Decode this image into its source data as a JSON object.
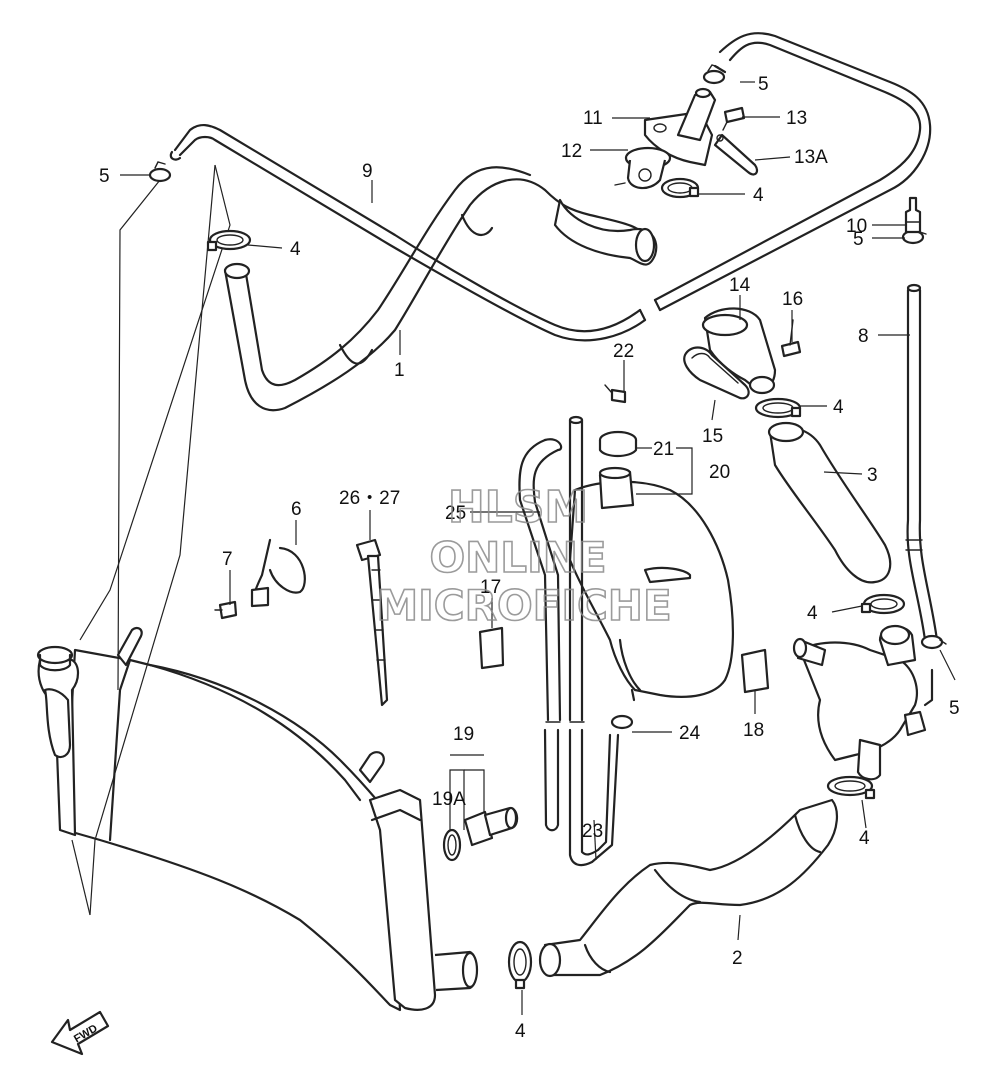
{
  "diagram": {
    "labels": [
      {
        "id": "l5a",
        "text": "5"
      },
      {
        "id": "l11",
        "text": "11"
      },
      {
        "id": "l13",
        "text": "13"
      },
      {
        "id": "l12",
        "text": "12"
      },
      {
        "id": "l13a",
        "text": "13A"
      },
      {
        "id": "l4a",
        "text": "4"
      },
      {
        "id": "l5b",
        "text": "5"
      },
      {
        "id": "l9",
        "text": "9"
      },
      {
        "id": "l4b",
        "text": "4"
      },
      {
        "id": "l10",
        "text": "10"
      },
      {
        "id": "l5c",
        "text": "5"
      },
      {
        "id": "l14",
        "text": "14"
      },
      {
        "id": "l16",
        "text": "16"
      },
      {
        "id": "l8",
        "text": "8"
      },
      {
        "id": "l1",
        "text": "1"
      },
      {
        "id": "l22",
        "text": "22"
      },
      {
        "id": "l4c",
        "text": "4"
      },
      {
        "id": "l15",
        "text": "15"
      },
      {
        "id": "l21",
        "text": "21"
      },
      {
        "id": "l20",
        "text": "20"
      },
      {
        "id": "l3",
        "text": "3"
      },
      {
        "id": "l2627",
        "text": "26・27"
      },
      {
        "id": "l6",
        "text": "6"
      },
      {
        "id": "l25",
        "text": "25"
      },
      {
        "id": "l7",
        "text": "7"
      },
      {
        "id": "l17",
        "text": "17"
      },
      {
        "id": "l4d",
        "text": "4"
      },
      {
        "id": "l5d",
        "text": "5"
      },
      {
        "id": "l18",
        "text": "18"
      },
      {
        "id": "l24",
        "text": "24"
      },
      {
        "id": "l19",
        "text": "19"
      },
      {
        "id": "l19a",
        "text": "19A"
      },
      {
        "id": "l23",
        "text": "23"
      },
      {
        "id": "l4e",
        "text": "4"
      },
      {
        "id": "l2",
        "text": "2"
      },
      {
        "id": "l4f",
        "text": "4"
      }
    ],
    "watermark": [
      "HLSM",
      "ONLINE",
      "MICROFICHE"
    ],
    "fwd_badge": "FWD"
  }
}
